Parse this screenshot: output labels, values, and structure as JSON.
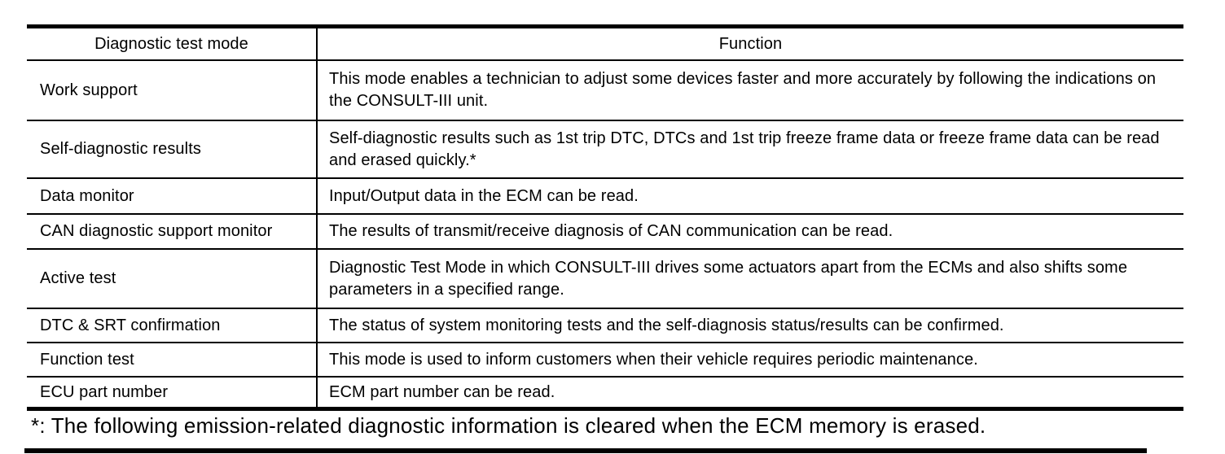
{
  "colors": {
    "text": "#000000",
    "background": "#ffffff",
    "border": "#000000"
  },
  "table": {
    "headers": [
      "Diagnostic test mode",
      "Function"
    ],
    "rows": [
      {
        "mode": "Work support",
        "function": "This mode enables a technician to adjust some devices faster and more accurately by following the indications on the CONSULT-III unit."
      },
      {
        "mode": "Self-diagnostic results",
        "function": "Self-diagnostic results such as 1st trip DTC, DTCs and 1st trip freeze frame data or freeze frame data can be read and erased quickly.*"
      },
      {
        "mode": "Data monitor",
        "function": "Input/Output data in the ECM can be read."
      },
      {
        "mode": "CAN diagnostic support monitor",
        "function": "The results of transmit/receive diagnosis of CAN communication can be read."
      },
      {
        "mode": "Active test",
        "function": "Diagnostic Test Mode in which CONSULT-III drives some actuators apart from the ECMs and also shifts some parameters in a specified range."
      },
      {
        "mode": "DTC & SRT confirmation",
        "function": "The status of system monitoring tests and the self-diagnosis status/results can be confirmed."
      },
      {
        "mode": "Function test",
        "function": "This mode is used to inform customers when their vehicle requires periodic maintenance."
      },
      {
        "mode": "ECU part number",
        "function": "ECM part number can be read."
      }
    ]
  },
  "footnote": "*: The following emission-related diagnostic information is cleared when the ECM memory is erased."
}
